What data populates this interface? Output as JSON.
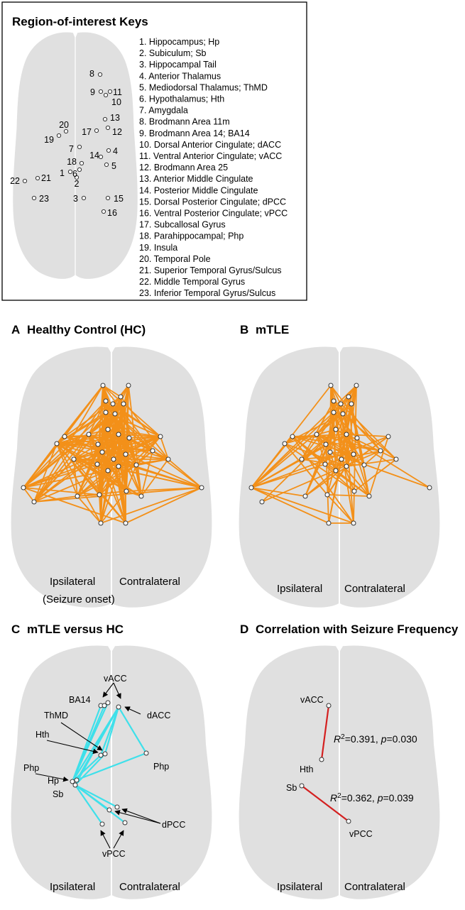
{
  "key_box": {
    "title": "Region-of-interest Keys",
    "entries": [
      "1. Hippocampus; Hp",
      "2. Subiculum; Sb",
      "3. Hippocampal Tail",
      "4. Anterior Thalamus",
      "5. Mediodorsal Thalamus; ThMD",
      "6. Hypothalamus; Hth",
      "7. Amygdala",
      "8. Brodmann Area 11m",
      "9. Brodmann Area 14; BA14",
      "10. Dorsal Anterior Cingulate; dACC",
      "11. Ventral Anterior Cingulate; vACC",
      "12. Brodmann Area 25",
      "13. Anterior Middle Cingulate",
      "14. Posterior Middle Cingulate",
      "15. Dorsal Posterior Cingulate; dPCC",
      "16. Ventral Posterior Cingulate; vPCC",
      "17. Subcallosal Gyrus",
      "18. Parahippocampal; Php",
      "19. Insula",
      "20. Temporal Pole",
      "21. Superior Temporal Gyrus/Sulcus",
      "22. Middle Temporal Gyrus",
      "23. Inferior Temporal Gyrus/Sulcus"
    ],
    "node_numbers": [
      "1",
      "2",
      "3",
      "4",
      "5",
      "6",
      "7",
      "8",
      "9",
      "10",
      "11",
      "12",
      "13",
      "14",
      "15",
      "16",
      "17",
      "18",
      "19",
      "20",
      "21",
      "22",
      "23"
    ]
  },
  "panel_a": {
    "letter": "A",
    "title": "Healthy Control (HC)",
    "left_label": "Ipsilateral",
    "left_sublabel": "(Seizure onset)",
    "right_label": "Contralateral",
    "edge_color": "#f39019"
  },
  "panel_b": {
    "letter": "B",
    "title": "mTLE",
    "left_label": "Ipsilateral",
    "right_label": "Contralateral",
    "edge_color": "#f39019"
  },
  "panel_c": {
    "letter": "C",
    "title": "mTLE versus HC",
    "left_label": "Ipsilateral",
    "right_label": "Contralateral",
    "edge_color": "#3fe0ea",
    "labels": {
      "vacc": "vACC",
      "ba14": "BA14",
      "dacc": "dACC",
      "thmd": "ThMD",
      "hth": "Hth",
      "php_left": "Php",
      "hp": "Hp",
      "php_right": "Php",
      "sb": "Sb",
      "dpcc": "dPCC",
      "vpcc": "vPCC"
    }
  },
  "panel_d": {
    "letter": "D",
    "title": "Correlation with Seizure Frequency",
    "left_label": "Ipsilateral",
    "right_label": "Contralateral",
    "edge_color": "#d42020",
    "labels": {
      "vacc": "vACC",
      "hth": "Hth",
      "sb": "Sb",
      "vpcc": "vPCC"
    },
    "stats": [
      {
        "r2_symbol": "R",
        "r2_exp": "2",
        "r2_value": "=0.391, ",
        "p_symbol": "p",
        "p_value": "=0.030"
      },
      {
        "r2_symbol": "R",
        "r2_exp": "2",
        "r2_value": "=0.362, ",
        "p_symbol": "p",
        "p_value": "=0.039"
      }
    ]
  }
}
